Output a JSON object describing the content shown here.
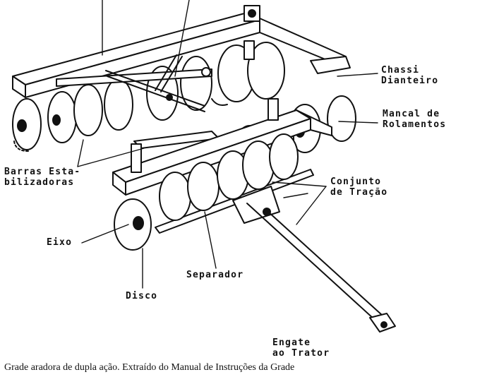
{
  "labels": {
    "chassi_dianteiro": [
      "Chassi",
      "Dianteiro"
    ],
    "mancal_de_rolamentos": [
      "Mancal de",
      "Rolamentos"
    ],
    "barras_estabilizadoras": [
      "Barras Esta-",
      "bilizadoras"
    ],
    "conjunto_de_tracao": [
      "Conjunto",
      "de Tração"
    ],
    "eixo": "Eixo",
    "separador": "Separador",
    "disco": "Disco",
    "engate_ao_trator": [
      "Engate",
      "ao Trator"
    ]
  },
  "caption": "Grade aradora de dupla ação. Extraído do Manual de Instruções da Grade"
}
